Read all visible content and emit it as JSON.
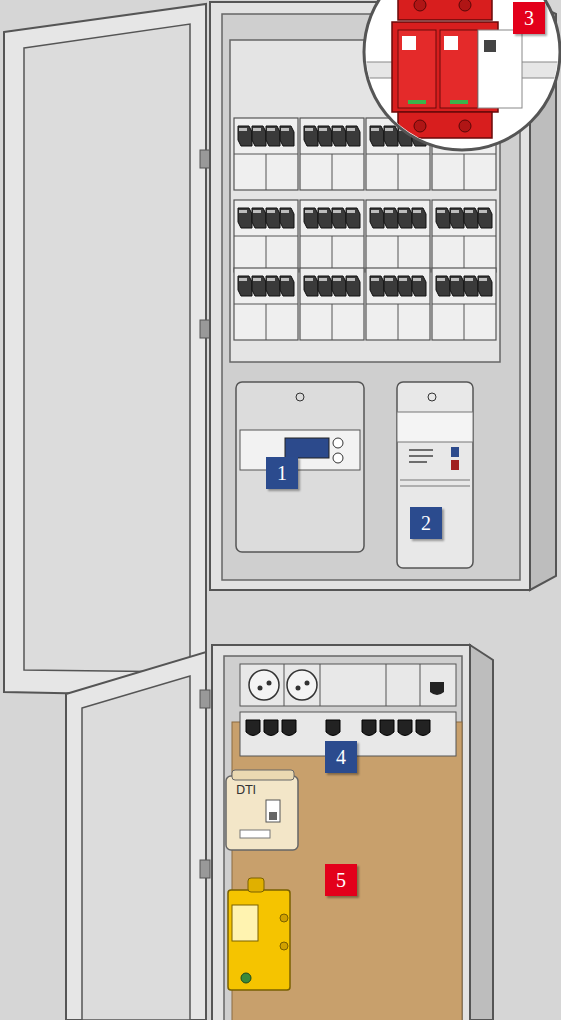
{
  "diagram": {
    "nodes": [
      {
        "text": [
          "3"
        ]
      },
      {
        "text": [
          "1"
        ]
      },
      {
        "text": [
          "2"
        ]
      },
      {
        "text": [
          "4"
        ]
      },
      {
        "text": [
          "DTI"
        ]
      },
      {
        "text": [
          "5"
        ]
      }
    ]
  }
}
